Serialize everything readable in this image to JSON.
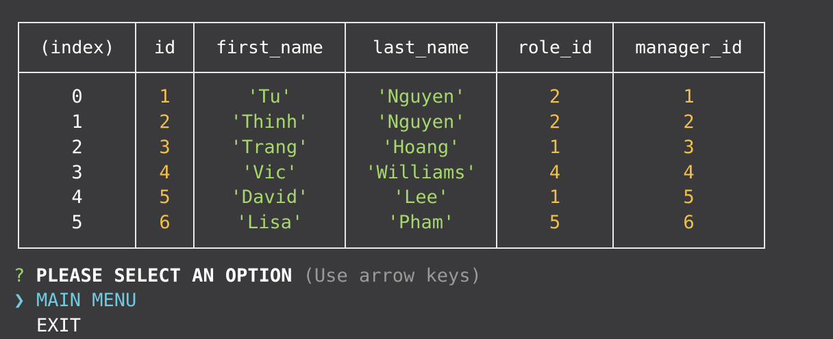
{
  "colors": {
    "background": "#3a3a3c",
    "border": "#e9e9e9",
    "number": "#f0c04a",
    "string": "#a6d76c",
    "prompt_mark": "#9fd66a",
    "hint": "#9a9a9a",
    "selected": "#6ecbe0"
  },
  "table": {
    "headers": [
      "(index)",
      "id",
      "first_name",
      "last_name",
      "role_id",
      "manager_id"
    ],
    "index": [
      "0",
      "1",
      "2",
      "3",
      "4",
      "5"
    ],
    "id": [
      "1",
      "2",
      "3",
      "4",
      "5",
      "6"
    ],
    "first_name": [
      "'Tu'",
      "'Thinh'",
      "'Trang'",
      "'Vic'",
      "'David'",
      "'Lisa'"
    ],
    "last_name": [
      "'Nguyen'",
      "'Nguyen'",
      "'Hoang'",
      "'Williams'",
      "'Lee'",
      "'Pham'"
    ],
    "role_id": [
      "2",
      "2",
      "1",
      "4",
      "1",
      "5"
    ],
    "manager_id": [
      "1",
      "2",
      "3",
      "4",
      "5",
      "6"
    ]
  },
  "prompt": {
    "mark": "?",
    "question": "PLEASE SELECT AN OPTION",
    "hint": "(Use arrow keys)"
  },
  "menu": {
    "pointer": "❯",
    "options": [
      "MAIN MENU",
      "EXIT"
    ],
    "selected_index": 0
  }
}
